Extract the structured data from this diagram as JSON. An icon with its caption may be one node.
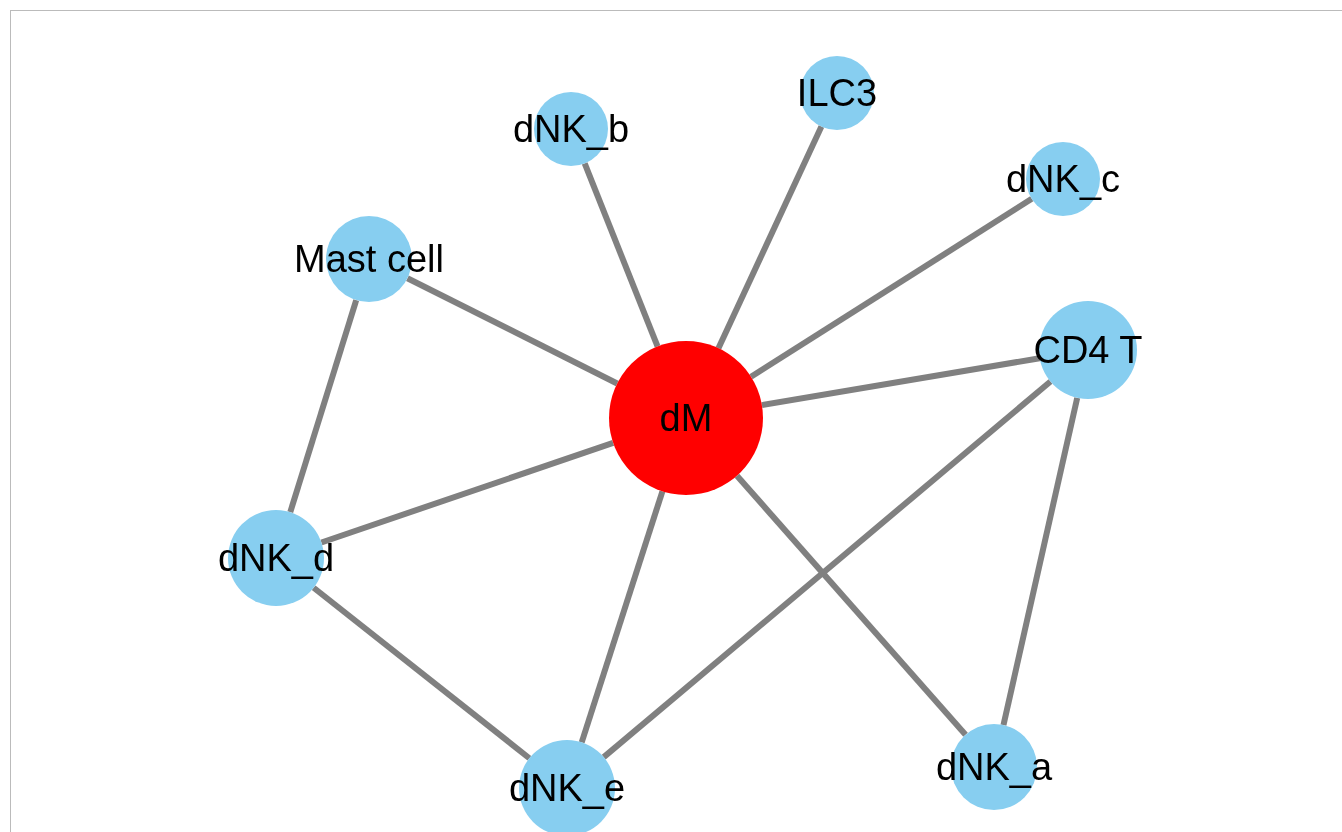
{
  "diagram": {
    "nodes": [
      {
        "text": [
          "ILC3"
        ]
      },
      {
        "text": [
          "dNK_b"
        ]
      },
      {
        "text": [
          "dNK_c"
        ]
      },
      {
        "text": [
          "Mast cell"
        ]
      },
      {
        "text": [
          "CD4 T"
        ]
      },
      {
        "text": [
          "dM"
        ]
      },
      {
        "text": [
          "dNK_d"
        ]
      },
      {
        "text": [
          "dNK_a"
        ]
      },
      {
        "text": [
          "dNK_e"
        ]
      }
    ],
    "edges": [
      {
        "from": 5,
        "to": 1,
        "arrow": "none"
      },
      {
        "from": 5,
        "to": 0,
        "arrow": "none"
      },
      {
        "from": 5,
        "to": 2,
        "arrow": "none"
      },
      {
        "from": 5,
        "to": 3,
        "arrow": "none"
      },
      {
        "from": 5,
        "to": 4,
        "arrow": "none"
      },
      {
        "from": 5,
        "to": 6,
        "arrow": "none"
      },
      {
        "from": 5,
        "to": 8,
        "arrow": "none"
      },
      {
        "from": 5,
        "to": 7,
        "arrow": "none"
      },
      {
        "from": 3,
        "to": 6,
        "arrow": "none"
      },
      {
        "from": 6,
        "to": 8,
        "arrow": "none"
      },
      {
        "from": 4,
        "to": 8,
        "arrow": "none"
      },
      {
        "from": 4,
        "to": 7,
        "arrow": "none"
      }
    ]
  }
}
